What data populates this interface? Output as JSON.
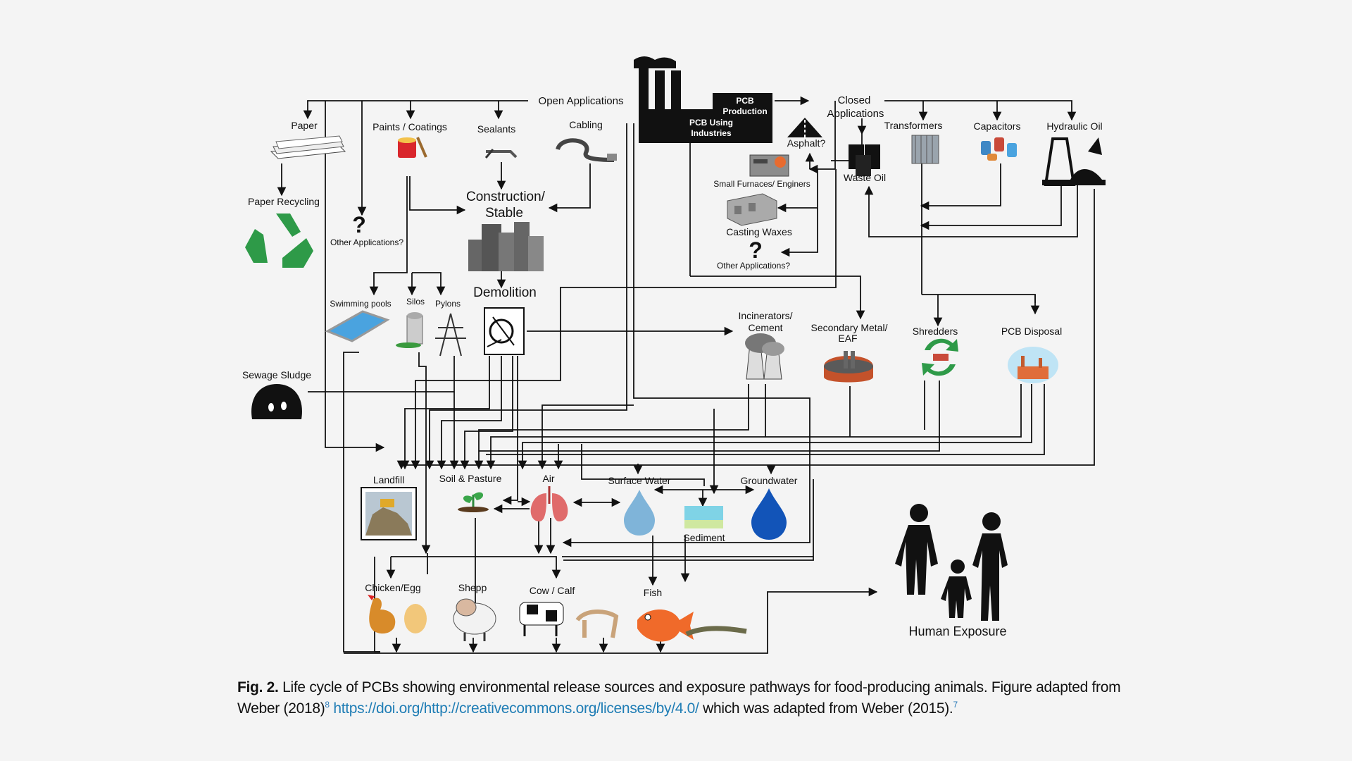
{
  "diagram": {
    "top": {
      "open_applications": "Open Applications",
      "closed_applications": [
        "Closed",
        "Applications"
      ],
      "factory_label_1": [
        "PCB",
        "Production"
      ],
      "factory_label_2": [
        "PCB Using",
        "Industries"
      ]
    },
    "open": {
      "paper": "Paper",
      "paints": "Paints / Coatings",
      "sealants": "Sealants",
      "cabling": "Cabling",
      "paper_recycling": "Paper Recycling",
      "other_applications": "Other Applications?",
      "construction": [
        "Construction/",
        "Stable"
      ],
      "demolition": "Demolition",
      "swimming_pools": "Swimming pools",
      "silos": "Silos",
      "pylons": "Pylons",
      "sewage_sludge": "Sewage Sludge"
    },
    "closed": {
      "asphalt": "Asphalt?",
      "waste_oil": "Waste Oil",
      "transformers": "Transformers",
      "capacitors": "Capacitors",
      "hydraulic_oil": "Hydraulic Oil",
      "small_furnaces": "Small Furnaces/ Enginers",
      "casting_waxes": "Casting Waxes",
      "other_applications": "Other Applications?"
    },
    "disposal": {
      "incinerators": [
        "Incinerators/",
        "Cement"
      ],
      "secondary_metal": [
        "Secondary Metal/",
        "EAF"
      ],
      "shredders": "Shredders",
      "pcb_disposal": "PCB Disposal"
    },
    "environment": {
      "landfill": "Landfill",
      "soil_pasture": "Soil & Pasture",
      "air": "Air",
      "surface_water": "Surface Water",
      "groundwater": "Groundwater",
      "sediment": "Sediment"
    },
    "animals": {
      "chicken_egg": "Chicken/Egg",
      "sheep": "Shepp",
      "cow_calf": "Cow / Calf",
      "fish": "Fish"
    },
    "human_exposure": "Human Exposure",
    "question_mark": "?"
  },
  "caption": {
    "fig_label": "Fig. 2.",
    "text_1": "Life cycle of PCBs showing environmental release sources and exposure pathways for food-producing animals. Figure adapted from Weber (2018)",
    "ref_1": "8",
    "link": "https://doi.org/http://creativecommons.org/licenses/by/4.0/",
    "text_2": "which was adapted from Weber (2015).",
    "ref_2": "7"
  },
  "colors": {
    "link": "#1f7db5",
    "recycle_green": "#2e9a48",
    "water_blue": "#4aa3df",
    "groundwater_blue": "#1254b8",
    "fish_orange": "#f06a2a"
  }
}
